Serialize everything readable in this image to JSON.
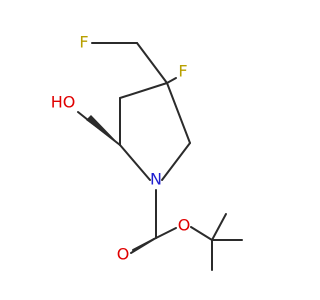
{
  "atoms": {
    "f_top": "F",
    "f_right": "F",
    "oh": "HO",
    "n": "N",
    "o_carbonyl": "O",
    "o_ester": "O"
  },
  "colors": {
    "bond": "#2b2b2b",
    "fluorine": "#b8a000",
    "oxygen": "#e00000",
    "nitrogen": "#2020d0"
  }
}
